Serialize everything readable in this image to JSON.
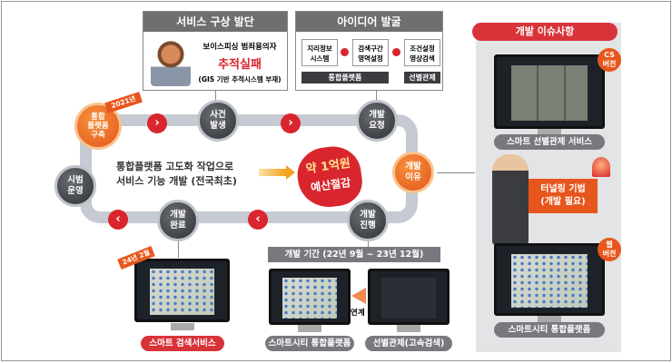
{
  "origin": {
    "title": "서비스 구상 발단",
    "line1": "보이스피싱 범죄용의자",
    "line2": "추적실패",
    "line3": "(GIS 기반 추적시스템 부재)"
  },
  "idea": {
    "title": "아이디어 발굴",
    "items": [
      "지리정보\n시스템",
      "검색구간\n영역설정",
      "조건설정\n영상검색"
    ],
    "group1": "통합플랫폼",
    "group2": "선별관제"
  },
  "flow": {
    "start": "통합\n플랫폼\n구축",
    "start_year": "2021년",
    "n1": "사건\n발생",
    "n2": "개발\n요청",
    "n3": "개발\n이유",
    "n4": "개발\n진행",
    "n5": "개발\n완료",
    "n6": "시범\n운영"
  },
  "center": {
    "line1": "통합플랫폼 고도화 작업으로",
    "line2": "서비스 기능 개발 (전국최초)",
    "budget1": "약 1억원",
    "budget2": "예산절감"
  },
  "bottom": {
    "period": "개발 기간 (22년 9월 ~ 23년 12월)",
    "done_date": "24년 2월",
    "link": "연계",
    "labels": [
      "스마트 검색서비스",
      "스마트시티 통합플랫폼",
      "선별관제(고속검색)"
    ]
  },
  "issues": {
    "title": "개발 이슈사항",
    "cs": "CS\n버전",
    "label1": "스마트 선별관제 서비스",
    "bubble1": "터널링 기법",
    "bubble2": "(개발 필요)",
    "web": "웹\n버전",
    "label2": "스마트시티 통합플랫폼"
  },
  "colors": {
    "red": "#d9333a",
    "orange": "#e7561c",
    "gray": "#6f6f72"
  }
}
